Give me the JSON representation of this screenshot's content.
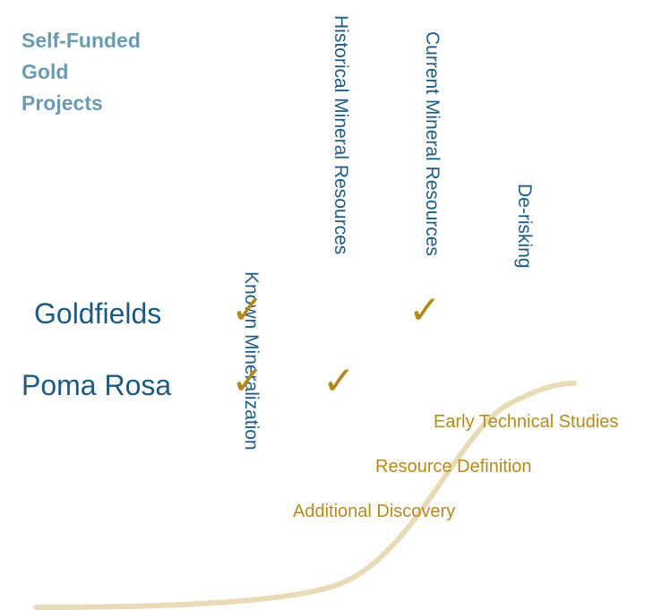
{
  "title_lines": [
    "Self-Funded",
    "Gold",
    "Projects"
  ],
  "columns": [
    "Known Mineralization",
    "Historical Mineral Resources",
    "Current Mineral Resources",
    "De-risking"
  ],
  "rows": [
    {
      "name": "Goldfields",
      "checks": [
        true,
        false,
        true,
        false
      ]
    },
    {
      "name": "Poma Rosa",
      "checks": [
        true,
        true,
        false,
        false
      ]
    }
  ],
  "check_glyph": "✓",
  "stages": [
    "Early Technical Studies",
    "Resource Definition",
    "Additional Discovery"
  ],
  "colors": {
    "title": "#6a9bb1",
    "label": "#1c5a80",
    "gold": "#b08a1f",
    "curve": "#e8dcb8"
  }
}
